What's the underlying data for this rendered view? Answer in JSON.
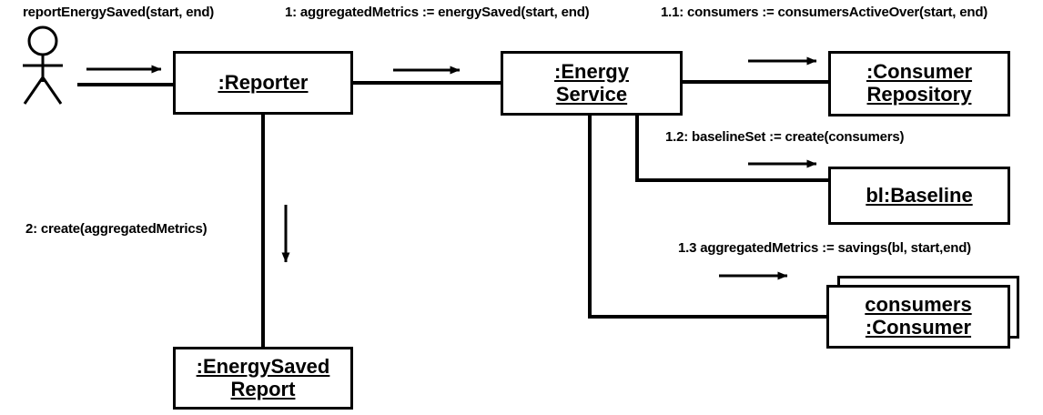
{
  "diagram": {
    "type": "uml-communication-diagram",
    "stroke_color": "#000000",
    "background_color": "#ffffff"
  },
  "actor": {
    "name": "actor-stick-figure"
  },
  "objects": [
    {
      "id": "reporter",
      "label": ":Reporter"
    },
    {
      "id": "energy-service",
      "label": ":Energy\nService"
    },
    {
      "id": "consumer-repository",
      "label": ":Consumer\nRepository"
    },
    {
      "id": "baseline",
      "label": "bl:Baseline"
    },
    {
      "id": "consumers",
      "label": "consumers\n:Consumer"
    },
    {
      "id": "energy-saved-report",
      "label": ":EnergySaved\nReport"
    }
  ],
  "messages": [
    {
      "id": "m0",
      "label": "reportEnergySaved(start, end)"
    },
    {
      "id": "m1",
      "label": "1: aggregatedMetrics := energySaved(start, end)"
    },
    {
      "id": "m1_1",
      "label": "1.1: consumers := consumersActiveOver(start, end)"
    },
    {
      "id": "m1_2",
      "label": "1.2: baselineSet := create(consumers)"
    },
    {
      "id": "m1_3",
      "label": "1.3 aggregatedMetrics := savings(bl, start,end)"
    },
    {
      "id": "m2",
      "label": "2: create(aggregatedMetrics)"
    }
  ]
}
